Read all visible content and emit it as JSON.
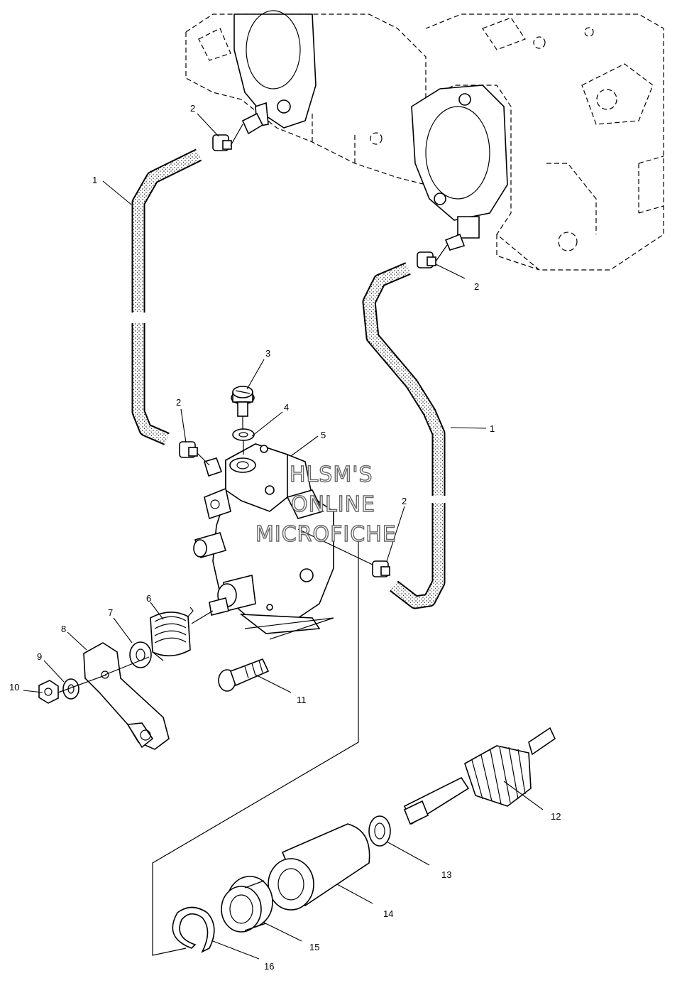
{
  "callouts": [
    {
      "id": "1",
      "label": "1"
    },
    {
      "id": "1b",
      "label": "1"
    },
    {
      "id": "2a",
      "label": "2"
    },
    {
      "id": "2b",
      "label": "2"
    },
    {
      "id": "2c",
      "label": "2"
    },
    {
      "id": "2d",
      "label": "2"
    },
    {
      "id": "3",
      "label": "3"
    },
    {
      "id": "4",
      "label": "4"
    },
    {
      "id": "5",
      "label": "5"
    },
    {
      "id": "6",
      "label": "6"
    },
    {
      "id": "7",
      "label": "7"
    },
    {
      "id": "8",
      "label": "8"
    },
    {
      "id": "9",
      "label": "9"
    },
    {
      "id": "10",
      "label": "10"
    },
    {
      "id": "11",
      "label": "11"
    },
    {
      "id": "12",
      "label": "12"
    },
    {
      "id": "13",
      "label": "13"
    },
    {
      "id": "14",
      "label": "14"
    },
    {
      "id": "15",
      "label": "15"
    },
    {
      "id": "16",
      "label": "16"
    }
  ],
  "watermark": {
    "line1": "HLSM'S",
    "line2": "ONLINE",
    "line3": "MICROFICHE"
  }
}
